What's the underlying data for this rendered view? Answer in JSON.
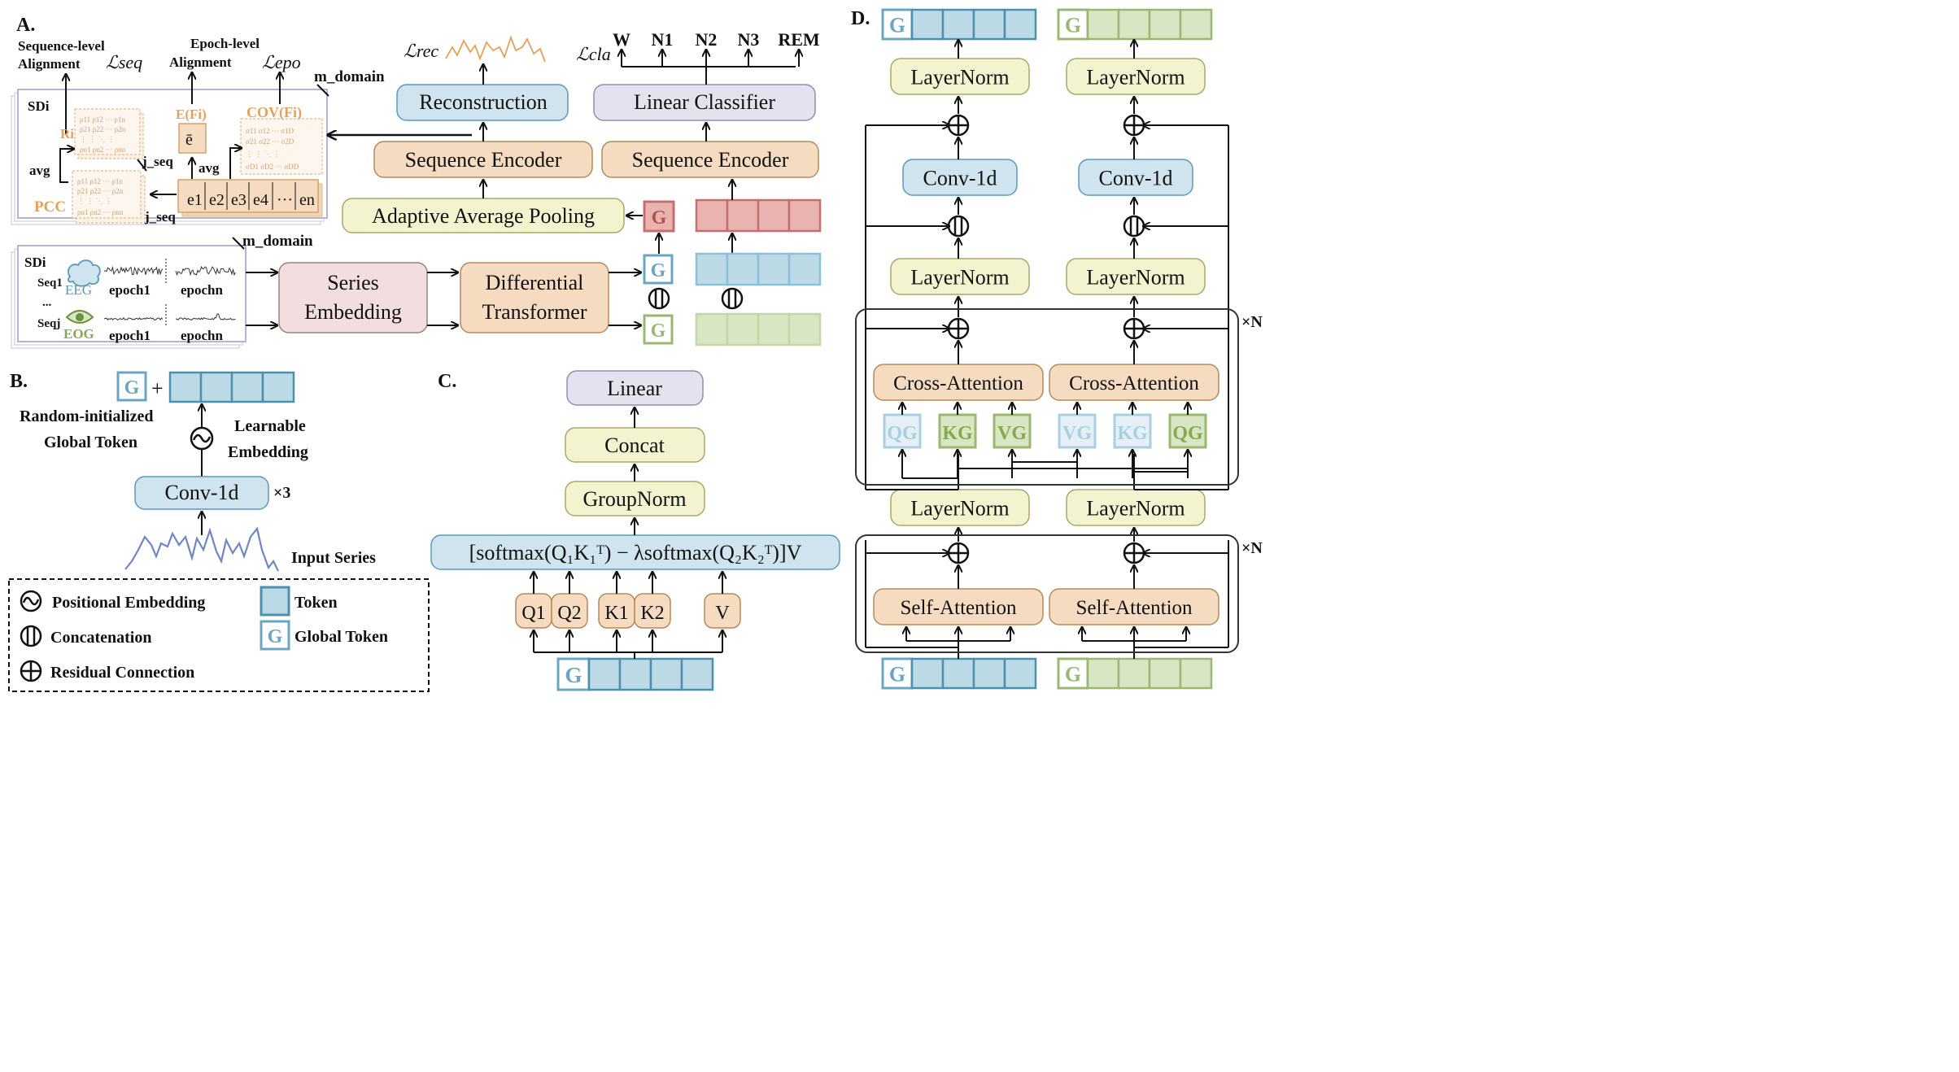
{
  "panels": {
    "a": "A.",
    "b": "B.",
    "c": "C.",
    "d": "D."
  },
  "colors": {
    "blue_fill": "#cfe4ef",
    "blue_stroke": "#5b9ab8",
    "orange_fill": "#f5dcc0",
    "orange_stroke": "#d4a16c",
    "yellow_fill": "#f3f4cf",
    "yellow_stroke": "#b8b87a",
    "lavender_fill": "#e2e3ef",
    "lavender_stroke": "#8e90ad",
    "pink_fill": "#f2dede",
    "pink_stroke": "#b98e8e",
    "token_blue": "#bcd9e6",
    "token_blue_stroke": "#4e8fb0",
    "token_green": "#d9e6c4",
    "token_green_stroke": "#9bb872",
    "token_red": "#e8b3b0",
    "token_red_stroke": "#c46f6b",
    "accent_orange": "#e3a15c",
    "wave_blue": "#6f86c4"
  },
  "panel_a": {
    "seq_alignment_1": "Sequence-level",
    "seq_alignment_2": "Alignment",
    "loss_seq": "ℒseq",
    "epo_alignment_1": "Epoch-level",
    "epo_alignment_2": "Alignment",
    "loss_epo": "ℒepo",
    "m_domain_top": "m_domain",
    "m_domain_bottom": "m_domain",
    "sd_top": "SDi",
    "ri": "Ri",
    "ef": "E(Fi)",
    "ebar": "ē",
    "cov": "COV(Fi)",
    "avg_left": "avg",
    "avg_mid": "avg",
    "j_seq_1": "j_seq",
    "j_seq_2": "j_seq",
    "pcc": "PCC",
    "epochs": [
      "e1",
      "e2",
      "e3",
      "e4",
      "···",
      "en"
    ],
    "sd_bottom": "SDi",
    "seq1": "Seq1",
    "seqdots": "...",
    "seqj": "Seqj",
    "eeg": "EEG",
    "eog": "EOG",
    "epoch1_a": "epoch1",
    "epochn_a": "epochn",
    "epoch1_b": "epoch1",
    "epochn_b": "epochn",
    "series_embedding_1": "Series",
    "series_embedding_2": "Embedding",
    "diff_transformer_1": "Differential",
    "diff_transformer_2": "Transformer",
    "adaptive_pooling": "Adaptive Average Pooling",
    "seq_encoder_left": "Sequence Encoder",
    "seq_encoder_right": "Sequence Encoder",
    "reconstruction": "Reconstruction",
    "linear_classifier": "Linear Classifier",
    "loss_rec": "ℒrec",
    "loss_cla": "ℒcla",
    "classes": [
      "W",
      "N1",
      "N2",
      "N3",
      "REM"
    ],
    "g": "G"
  },
  "panel_b": {
    "random_init_1": "Random-initialized",
    "random_init_2": "Global Token",
    "learnable_1": "Learnable",
    "learnable_2": "Embedding",
    "conv": "Conv-1d",
    "times3": "×3",
    "input_series": "Input Series",
    "plus": "+",
    "g": "G"
  },
  "legend": {
    "positional": "Positional Embedding",
    "concat": "Concatenation",
    "residual": "Residual Connection",
    "token": "Token",
    "global_token": "Global Token",
    "g": "G"
  },
  "panel_c": {
    "linear": "Linear",
    "concat": "Concat",
    "groupnorm": "GroupNorm",
    "formula": "[softmax(Q₁K₁ᵀ) − λsoftmax(Q₂K₂ᵀ)]V",
    "q1": "Q1",
    "q2": "Q2",
    "k1": "K1",
    "k2": "K2",
    "v": "V",
    "g": "G"
  },
  "panel_d": {
    "layernorm": "LayerNorm",
    "conv": "Conv-1d",
    "cross_attention": "Cross-Attention",
    "self_attention": "Self-Attention",
    "times_n_1": "×N",
    "times_n_2": "×N",
    "qg": "QG",
    "kg": "KG",
    "vg": "VG",
    "g": "G"
  }
}
